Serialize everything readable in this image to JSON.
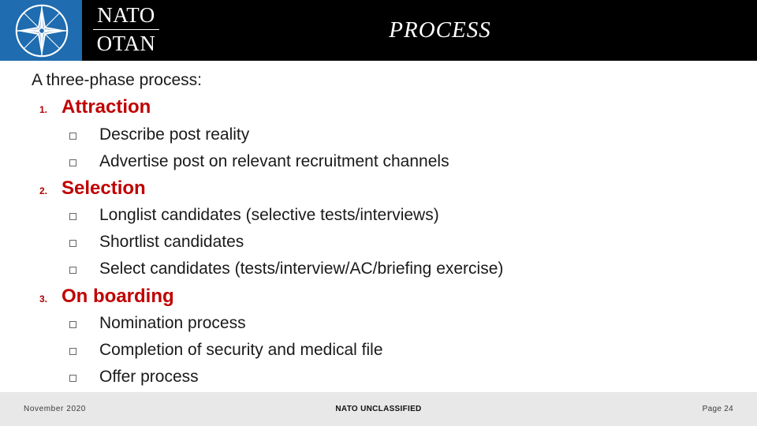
{
  "header": {
    "title": "PROCESS",
    "logo_line1": "NATO",
    "logo_line2": "OTAN",
    "logo_icon": "nato-compass-star-icon",
    "accent_blue": "#1f6cb0",
    "background": "#000000"
  },
  "content": {
    "intro": "A three-phase process:",
    "phases": [
      {
        "number": "1.",
        "name": "Attraction",
        "items": [
          "Describe post reality",
          "Advertise post on relevant recruitment channels"
        ]
      },
      {
        "number": "2.",
        "name": "Selection",
        "items": [
          "Longlist candidates (selective tests/interviews)",
          "Shortlist candidates",
          "Select candidates (tests/interview/AC/briefing exercise)"
        ]
      },
      {
        "number": "3.",
        "name": "On boarding",
        "items": [
          "Nomination process",
          "Completion of security and medical file",
          "Offer process"
        ]
      }
    ],
    "heading_color": "#c00000",
    "bullet_glyph": "square-bullet-icon"
  },
  "footer": {
    "date": "November 2020",
    "classification": "NATO UNCLASSIFIED",
    "page": "Page 24",
    "background": "#e8e8e8"
  }
}
